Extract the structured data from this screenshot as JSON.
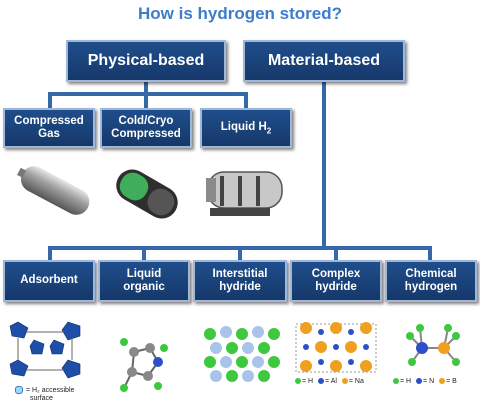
{
  "title": "How is hydrogen stored?",
  "top": {
    "physical": "Physical-based",
    "material": "Material-based"
  },
  "physical_children": [
    {
      "line1": "Compressed",
      "line2": "Gas"
    },
    {
      "line1": "Cold/Cryo",
      "line2": "Compressed"
    },
    {
      "line1": "Liquid H",
      "sub": "2"
    }
  ],
  "material_children": [
    {
      "line1": "Adsorbent",
      "line2": ""
    },
    {
      "line1": "Liquid",
      "line2": "organic"
    },
    {
      "line1": "Interstitial",
      "line2": "hydride"
    },
    {
      "line1": "Complex",
      "line2": "hydride"
    },
    {
      "line1": "Chemical",
      "line2": "hydrogen"
    }
  ],
  "legends": {
    "adsorbent": {
      "text": "= H₂ accessible",
      "text2": "surface"
    },
    "complex": {
      "h": "= H",
      "al": "= Al",
      "na": "= Na"
    },
    "chemical": {
      "h": "= H",
      "n": "= N",
      "b": "= B"
    }
  },
  "colors": {
    "box": "#1f4e8c",
    "line": "#3568a8",
    "title": "#3d7cc9"
  }
}
